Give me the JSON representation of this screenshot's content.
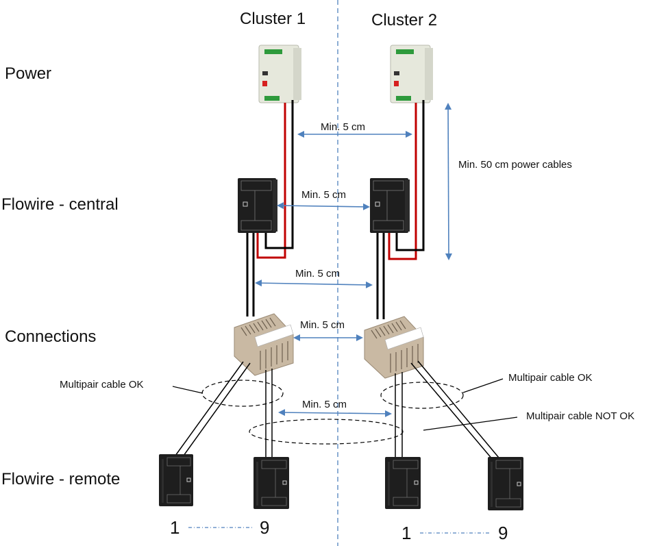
{
  "clusters": [
    {
      "label": "Cluster 1"
    },
    {
      "label": "Cluster 2"
    }
  ],
  "rows": {
    "power": "Power",
    "central": "Flowire - central",
    "connections": "Connections",
    "remote": "Flowire - remote"
  },
  "dimensions": {
    "power_gap": "Min. 5 cm",
    "central_gap": "Min. 5 cm",
    "below_central_gap": "Min. 5 cm",
    "connections_gap": "Min. 5 cm",
    "cable_gap": "Min. 5 cm",
    "power_cable_length": "Min. 50 cm power cables"
  },
  "notes": {
    "left_ok": "Multipair cable OK",
    "right_ok": "Multipair cable OK",
    "right_not_ok": "Multipair cable NOT OK"
  },
  "remote_range": {
    "cluster1": {
      "start": "1",
      "end": "9"
    },
    "cluster2": {
      "start": "1",
      "end": "9"
    }
  },
  "colors": {
    "arrow": "#4f81bd",
    "divider": "#4f81bd",
    "power_positive": "#c00000",
    "power_negative": "#000000",
    "psu_body": "#e6e8dc",
    "terminal_block": "#c9b9a3",
    "device_body": "#1e1e1e"
  }
}
